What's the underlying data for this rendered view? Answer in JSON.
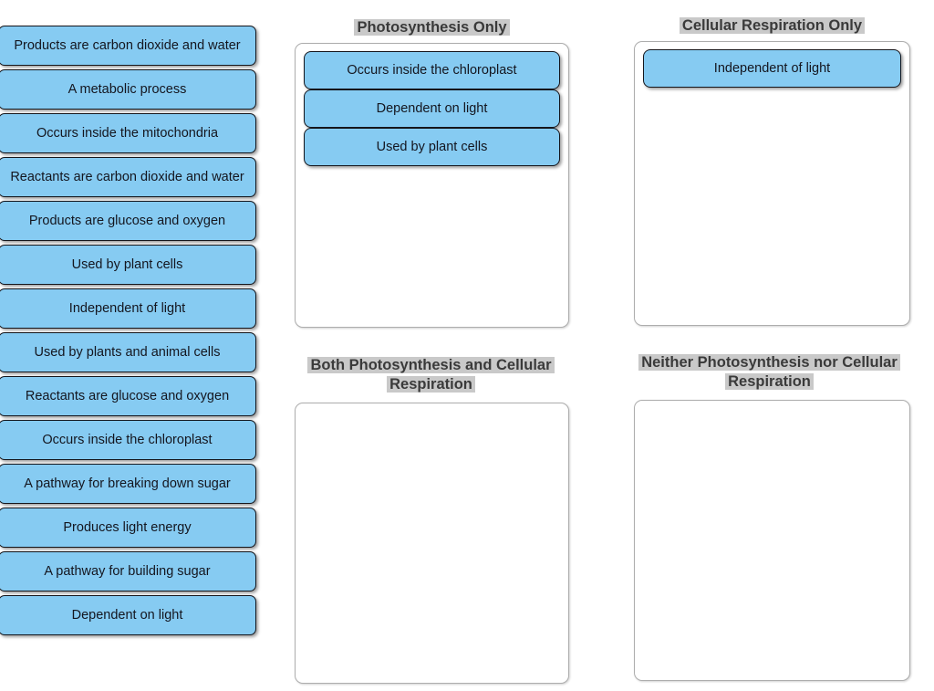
{
  "source_bank": {
    "name": "draggable-term-bank",
    "tiles": [
      "Products are carbon dioxide and water",
      "A metabolic process",
      "Occurs inside the mitochondria",
      "Reactants are carbon dioxide and water",
      "Products are glucose and oxygen",
      "Used by plant cells",
      "Independent of light",
      "Used by plants and animal cells",
      "Reactants are glucose and oxygen",
      "Occurs inside the chloroplast",
      "A pathway for breaking down sugar",
      "Produces light energy",
      "A pathway for building sugar",
      "Dependent on light"
    ]
  },
  "panels": [
    {
      "id": "photosynthesis-only",
      "title_lines": [
        "Photosynthesis Only"
      ],
      "dropped": [
        "Occurs inside the chloroplast",
        "Dependent on light",
        "Used by plant cells"
      ]
    },
    {
      "id": "cellular-respiration-only",
      "title_lines": [
        "Cellular Respiration Only"
      ],
      "dropped": [
        "Independent of light"
      ]
    },
    {
      "id": "both",
      "title_lines": [
        "Both Photosynthesis and Cellular",
        "Respiration"
      ],
      "dropped": []
    },
    {
      "id": "neither",
      "title_lines": [
        "Neither Photosynthesis nor Cellular",
        "Respiration"
      ],
      "dropped": []
    }
  ],
  "colors": {
    "tile_fill": "#86cbf2",
    "tile_border": "#15161c",
    "title_highlight": "#c9c9c9",
    "title_text": "#3a3a3a",
    "dropzone_border": "#adadad",
    "page_background": "#ffffff"
  }
}
